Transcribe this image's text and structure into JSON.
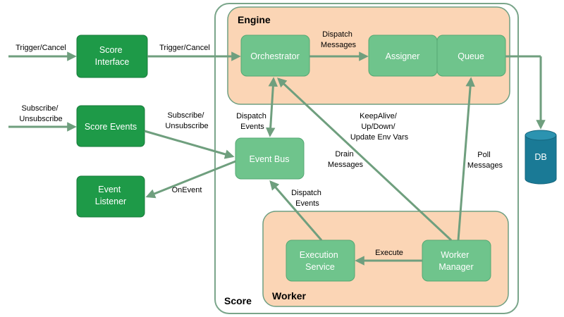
{
  "colors": {
    "container_border": "#7aa58a",
    "group_fill": "#fbd5b5",
    "group_border": "#6f9f82",
    "dark_box": "#1e9a48",
    "light_box": "#6fc48c",
    "arrow": "#6f9f7e",
    "db_fill": "#1a7a96",
    "db_top": "#2c93b0"
  },
  "containers": {
    "score": "Score",
    "engine": "Engine",
    "worker": "Worker"
  },
  "boxes": {
    "score_interface": [
      "Score",
      "Interface"
    ],
    "score_events": [
      "Score Events"
    ],
    "event_listener": [
      "Event",
      "Listener"
    ],
    "orchestrator": [
      "Orchestrator"
    ],
    "assigner": [
      "Assigner"
    ],
    "queue": [
      "Queue"
    ],
    "event_bus": [
      "Event Bus"
    ],
    "execution_service": [
      "Execution",
      "Service"
    ],
    "worker_manager": [
      "Worker",
      "Manager"
    ],
    "db": "DB"
  },
  "labels": {
    "trigger_in": [
      "Trigger/Cancel"
    ],
    "trigger_out": [
      "Trigger/Cancel"
    ],
    "subscribe_in": [
      "Subscribe/",
      "Unsubscribe"
    ],
    "subscribe_out": [
      "Subscribe/",
      "Unsubscribe"
    ],
    "dispatch_messages": [
      "Dispatch",
      "Messages"
    ],
    "dispatch_events_top": [
      "Dispatch",
      "Events"
    ],
    "keepalive": [
      "KeepAlive/",
      "Up/Down/",
      "Update Env Vars"
    ],
    "drain_messages": [
      "Drain",
      "Messages"
    ],
    "poll_messages": [
      "Poll",
      "Messages"
    ],
    "dispatch_events_bottom": [
      "Dispatch",
      "Events"
    ],
    "on_event": [
      "OnEvent"
    ],
    "execute": [
      "Execute"
    ]
  }
}
